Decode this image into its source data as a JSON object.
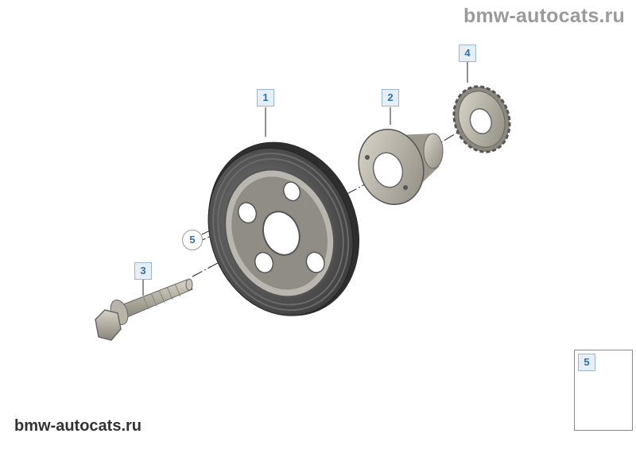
{
  "watermark": {
    "top": "bmw-autocats.ru",
    "bottom": "bmw-autocats.ru"
  },
  "callouts": [
    {
      "id": "part-1",
      "label": "1"
    },
    {
      "id": "part-2",
      "label": "2"
    },
    {
      "id": "part-3",
      "label": "3"
    },
    {
      "id": "part-4",
      "label": "4"
    },
    {
      "id": "part-5",
      "label": "5"
    }
  ],
  "inset": {
    "label": "5"
  },
  "colors": {
    "callout_text": "#2f6fa8",
    "callout_bg": "#e6eff7",
    "metal_dark": "#4a4a4a",
    "metal_light": "#b8b4a8"
  }
}
